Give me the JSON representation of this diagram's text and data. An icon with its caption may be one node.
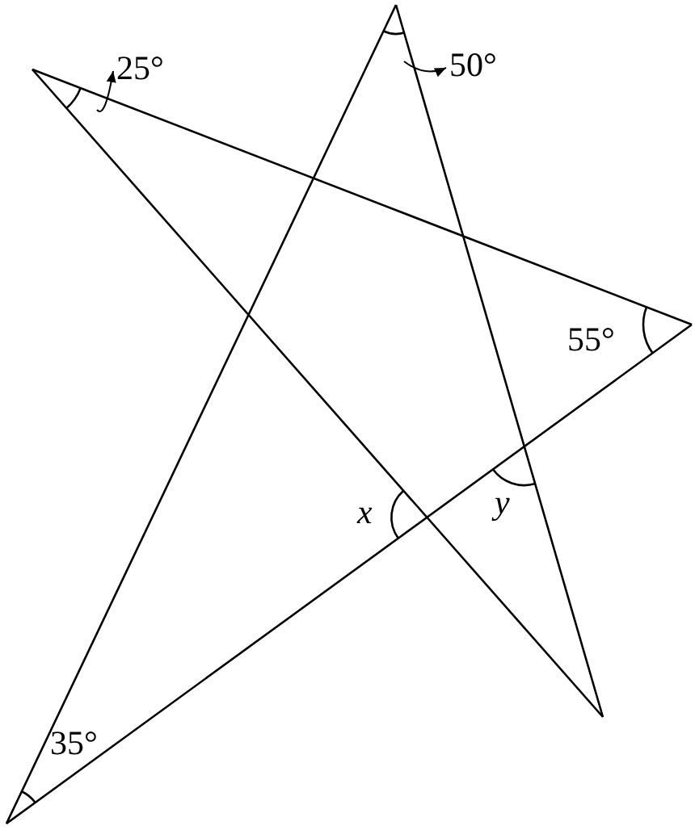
{
  "diagram": {
    "nodes": [
      {
        "text": [
          "25°"
        ]
      },
      {
        "text": [
          "50°"
        ]
      },
      {
        "text": [
          "55°"
        ]
      },
      {
        "text": [
          "35°"
        ]
      },
      {
        "text": [
          "x"
        ]
      },
      {
        "text": [
          "y"
        ]
      }
    ],
    "edges": [
      {
        "from": null,
        "to": 0,
        "arrow": "to"
      },
      {
        "from": null,
        "to": 1,
        "arrow": "to"
      }
    ]
  }
}
